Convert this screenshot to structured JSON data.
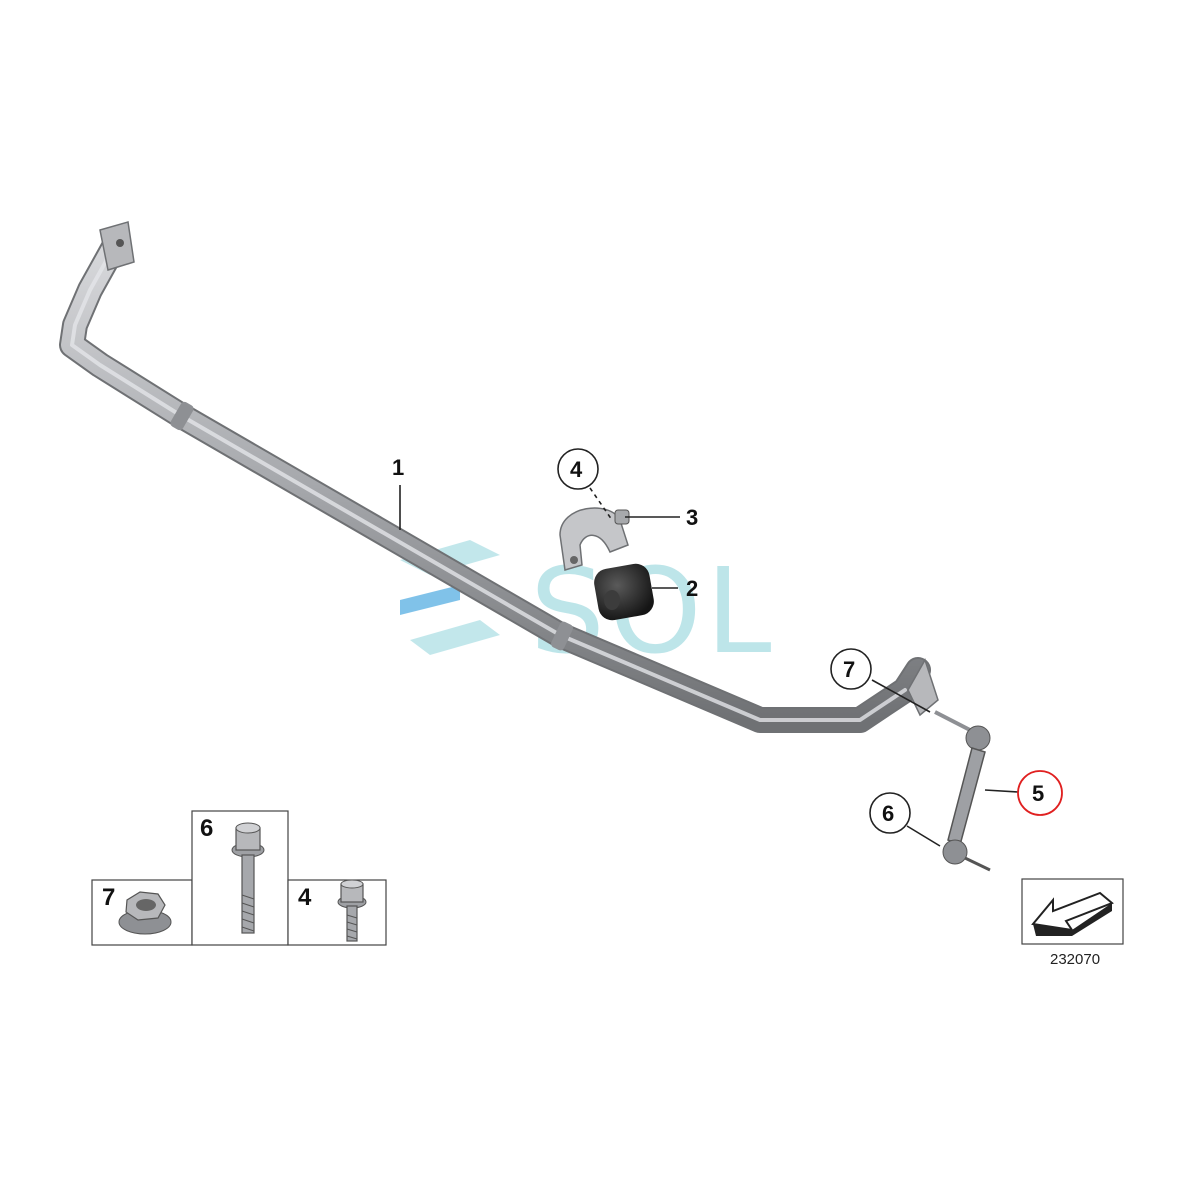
{
  "callouts": {
    "c1": "1",
    "c2": "2",
    "c3": "3",
    "c4": "4",
    "c5": "5",
    "c6": "6",
    "c7": "7"
  },
  "hardware_box": {
    "nut_label": "7",
    "long_bolt_label": "6",
    "short_bolt_label": "4"
  },
  "reference_number": "232070",
  "watermark": "SOL",
  "colors": {
    "highlight_circle": "#e02020",
    "watermark": "#a8dde2",
    "part_metal": "#9ea0a4",
    "bushing": "#2b2b2b"
  },
  "icons": [
    "direction-arrow-icon"
  ]
}
